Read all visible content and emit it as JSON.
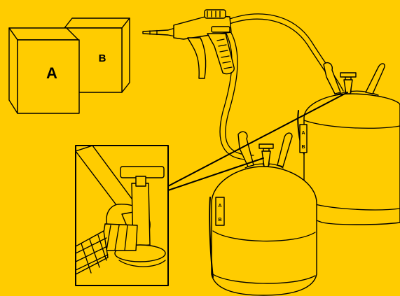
{
  "illustration": {
    "box_a_label": "A",
    "box_b_label": "B",
    "cylinder_front_marks": [
      "A",
      "B"
    ],
    "cylinder_back_marks": [
      "A",
      "B"
    ]
  },
  "colors": {
    "background": "#ffcc00",
    "line": "#000000",
    "fill": "#ffcc00"
  }
}
